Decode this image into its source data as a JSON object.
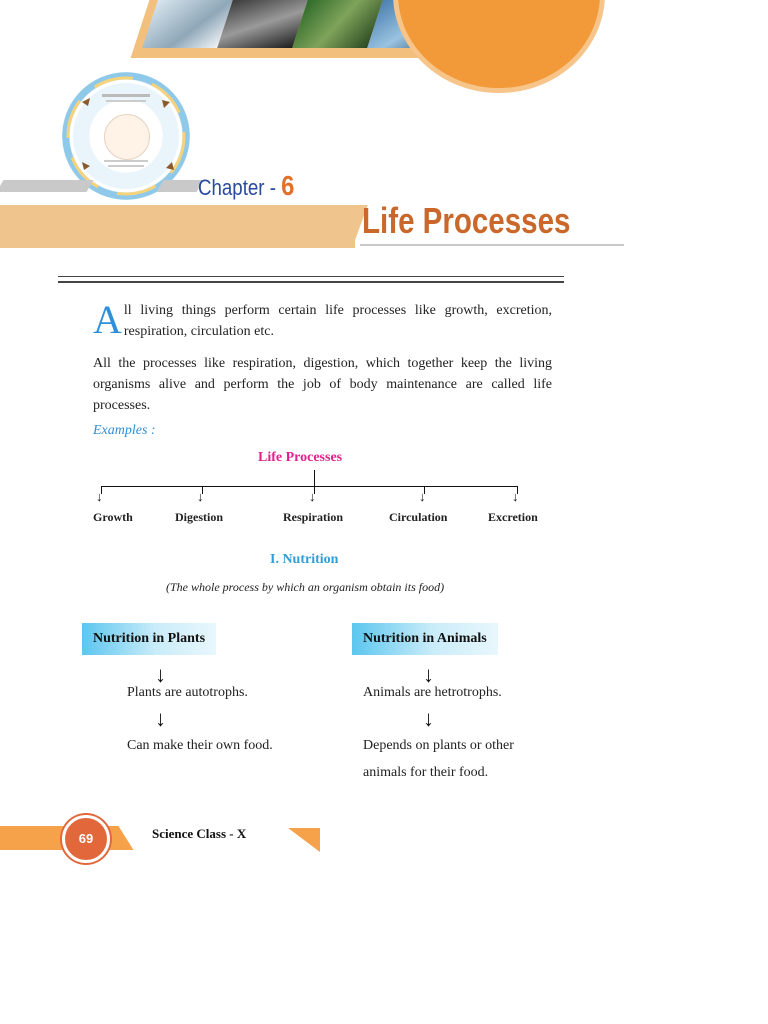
{
  "header": {
    "chapter_label": "Chapter - ",
    "chapter_number": "6",
    "chapter_title": "Life Processes"
  },
  "intro": {
    "dropcap": "A",
    "para1_rest": "ll living things perform certain life processes like growth, excretion, respiration, circulation etc.",
    "para2": "All the processes like respiration, digestion, which together keep the living organisms alive and perform the job of body maintenance are called life processes.",
    "examples_label": "Examples :"
  },
  "tree": {
    "root": "Life Processes",
    "children": [
      "Growth",
      "Digestion",
      "Respiration",
      "Circulation",
      "Excretion"
    ]
  },
  "nutrition": {
    "heading": "I. Nutrition",
    "note": "(The whole process by which an organism obtain its food)",
    "plants": {
      "label": "Nutrition in Plants",
      "items": [
        "Plants are autotrophs.",
        "Can make their own food."
      ]
    },
    "animals": {
      "label": "Nutrition in Animals",
      "items": [
        "Animals are hetrotrophs.",
        "Depends on plants or other animals for their food."
      ]
    }
  },
  "footer": {
    "page_number": "69",
    "book_title": "Science Class - X"
  },
  "colors": {
    "accent_orange": "#f29a3a",
    "title_color": "#c9682a",
    "chapter_blue": "#2a4a9c",
    "pink": "#e0238c",
    "sky_blue": "#2f9fd8"
  },
  "icons": [
    "life-cycle-diagram-image",
    "header-photo-collage-image"
  ]
}
